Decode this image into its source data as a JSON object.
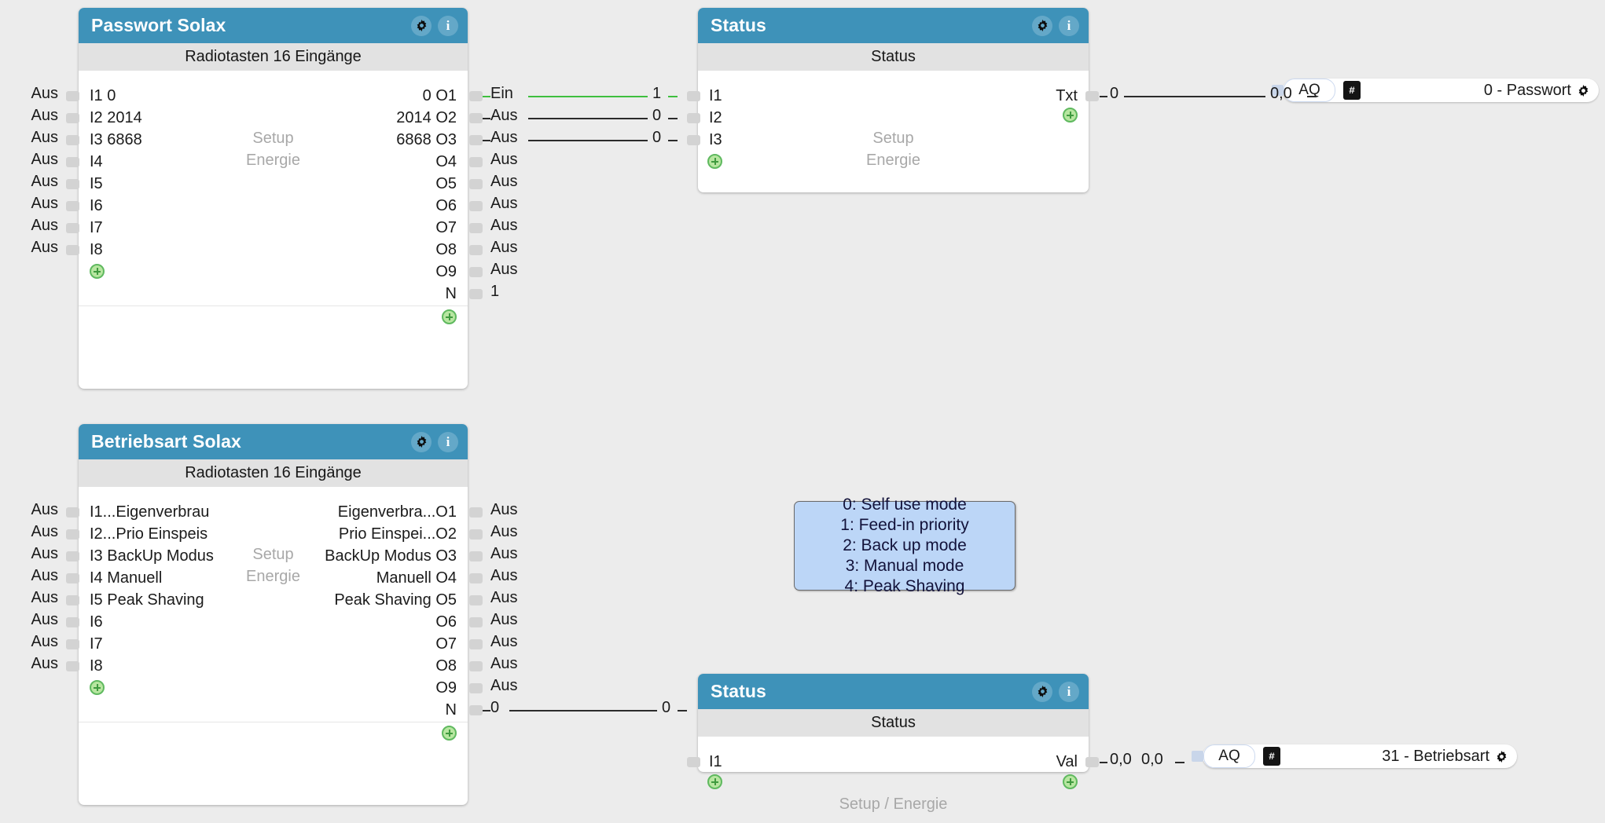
{
  "blocks": [
    {
      "id": "passwort-solax",
      "title": "Passwort Solax",
      "subtitle": "Radiotasten 16 Eingänge",
      "setup_label": "Setup",
      "energie_label": "Energie",
      "inputs": [
        {
          "name": "I1 0",
          "left_label": "Aus"
        },
        {
          "name": "I2 2014",
          "left_label": "Aus"
        },
        {
          "name": "I3 6868",
          "left_label": "Aus"
        },
        {
          "name": "I4",
          "left_label": "Aus"
        },
        {
          "name": "I5",
          "left_label": "Aus"
        },
        {
          "name": "I6",
          "left_label": "Aus"
        },
        {
          "name": "I7",
          "left_label": "Aus"
        },
        {
          "name": "I8",
          "left_label": "Aus"
        }
      ],
      "outputs": [
        {
          "name": "0 O1",
          "right_label": "Ein",
          "right_value": "1",
          "wired": true,
          "green": true
        },
        {
          "name": "2014 O2",
          "right_label": "Aus",
          "right_value": "0",
          "wired": true,
          "green": false
        },
        {
          "name": "6868 O3",
          "right_label": "Aus",
          "right_value": "0",
          "wired": true,
          "green": false
        },
        {
          "name": "O4",
          "right_label": "Aus",
          "right_value": "",
          "wired": false,
          "green": false
        },
        {
          "name": "O5",
          "right_label": "Aus",
          "right_value": "",
          "wired": false,
          "green": false
        },
        {
          "name": "O6",
          "right_label": "Aus",
          "right_value": "",
          "wired": false,
          "green": false
        },
        {
          "name": "O7",
          "right_label": "Aus",
          "right_value": "",
          "wired": false,
          "green": false
        },
        {
          "name": "O8",
          "right_label": "Aus",
          "right_value": "",
          "wired": false,
          "green": false
        },
        {
          "name": "O9",
          "right_label": "Aus",
          "right_value": "",
          "wired": false,
          "green": false
        },
        {
          "name": "N",
          "right_label": "1",
          "right_value": "",
          "wired": false,
          "green": false
        }
      ]
    },
    {
      "id": "betriebsart-solax",
      "title": "Betriebsart Solax",
      "subtitle": "Radiotasten 16 Eingänge",
      "setup_label": "Setup",
      "energie_label": "Energie",
      "inputs": [
        {
          "name": "I1...Eigenverbrau",
          "left_label": "Aus"
        },
        {
          "name": "I2...Prio Einspeis",
          "left_label": "Aus"
        },
        {
          "name": "I3 BackUp Modus",
          "left_label": "Aus"
        },
        {
          "name": "I4 Manuell",
          "left_label": "Aus"
        },
        {
          "name": "I5 Peak Shaving",
          "left_label": "Aus"
        },
        {
          "name": "I6",
          "left_label": "Aus"
        },
        {
          "name": "I7",
          "left_label": "Aus"
        },
        {
          "name": "I8",
          "left_label": "Aus"
        }
      ],
      "outputs": [
        {
          "name": "Eigenverbra...O1",
          "right_label": "Aus",
          "right_value": "",
          "wired": false,
          "green": false
        },
        {
          "name": "Prio Einspei...O2",
          "right_label": "Aus",
          "right_value": "",
          "wired": false,
          "green": false
        },
        {
          "name": "BackUp Modus O3",
          "right_label": "Aus",
          "right_value": "",
          "wired": false,
          "green": false
        },
        {
          "name": "Manuell O4",
          "right_label": "Aus",
          "right_value": "",
          "wired": false,
          "green": false
        },
        {
          "name": "Peak Shaving O5",
          "right_label": "Aus",
          "right_value": "",
          "wired": false,
          "green": false
        },
        {
          "name": "O6",
          "right_label": "Aus",
          "right_value": "",
          "wired": false,
          "green": false
        },
        {
          "name": "O7",
          "right_label": "Aus",
          "right_value": "",
          "wired": false,
          "green": false
        },
        {
          "name": "O8",
          "right_label": "Aus",
          "right_value": "",
          "wired": false,
          "green": false
        },
        {
          "name": "O9",
          "right_label": "Aus",
          "right_value": "",
          "wired": false,
          "green": false
        },
        {
          "name": "N",
          "right_label": "0",
          "right_value": "0",
          "wired": true,
          "green": false
        }
      ]
    }
  ],
  "status_top": {
    "title": "Status",
    "subtitle": "Status",
    "inputs": [
      "I1",
      "I2",
      "I3"
    ],
    "setup_label": "Setup",
    "energie_label": "Energie",
    "output_label": "Txt",
    "out_value_near": "0",
    "out_value_far": "0,0"
  },
  "status_bottom": {
    "title": "Status",
    "subtitle": "Status",
    "inputs": [
      "I1"
    ],
    "setup_label": "Setup / Energie",
    "output_label": "Val",
    "out_value_near": "0,0",
    "out_value_far": "0,0"
  },
  "note": {
    "lines": [
      "0: Self use mode",
      "1: Feed-in priority",
      "2: Back up mode",
      "3: Manual mode",
      "4: Peak Shaving"
    ]
  },
  "aq_top": {
    "pill_label": "AQ",
    "hash_label": "#",
    "name": "0 - Passwort"
  },
  "aq_bottom": {
    "pill_label": "AQ",
    "hash_label": "#",
    "name": "31 - Betriebsart"
  },
  "colors": {
    "header_blue": "#3e92b9",
    "note_blue": "#bcd6f7",
    "wire_green": "#3fbf3f",
    "plus_green": "#5fb95f",
    "canvas_bg": "#ececec"
  }
}
